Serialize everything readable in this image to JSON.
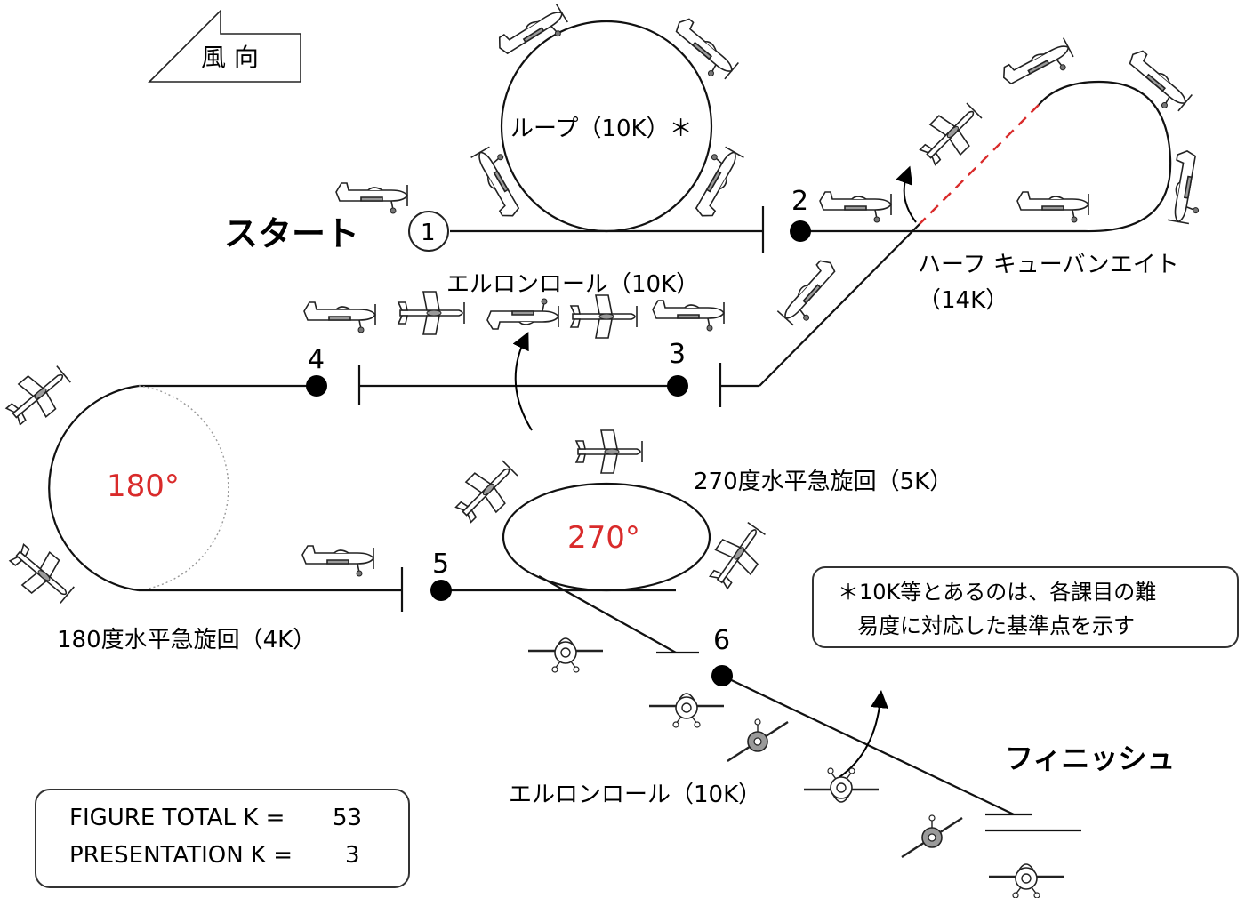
{
  "wind": {
    "label": "風 向"
  },
  "start_label": "スタート",
  "finish_label": "フィニッシュ",
  "points": {
    "p1": "1",
    "p2": "2",
    "p3": "3",
    "p4": "4",
    "p5": "5",
    "p6": "6"
  },
  "maneuvers": {
    "loop": "ループ（10K）＊",
    "aileron_roll_top": "エルロンロール（10K）",
    "half_cuban_line1": "ハーフ キューバンエイト",
    "half_cuban_line2": "（14K）",
    "turn_270": "270度水平急旋回（5K）",
    "turn_180": "180度水平急旋回（4K）",
    "aileron_roll_bottom": "エルロンロール（10K）"
  },
  "degrees": {
    "deg_180": "180°",
    "deg_270": "270°"
  },
  "note": {
    "line1": "＊10K等とあるのは、各課目の難",
    "line2": "易度に対応した基準点を示す"
  },
  "totals": {
    "figure_label": "FIGURE   TOTAL K =",
    "figure_value": "53",
    "presentation_label": "PRESENTATION K =",
    "presentation_value": "3"
  },
  "colors": {
    "accent_red": "#d92b2b",
    "line": "#111111"
  }
}
